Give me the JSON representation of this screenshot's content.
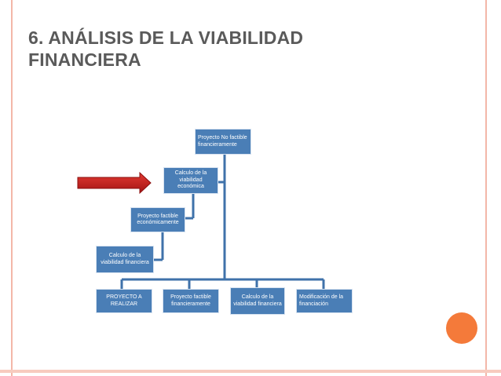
{
  "slide": {
    "title_line1": "6. ANÁLISIS DE LA VIABILIDAD",
    "title_line2": "FINANCIERA"
  },
  "diagram": {
    "nodes": {
      "root": "Proyecto No factible financieramente",
      "calc_viab_economica": "Calculo de la viabilidad económica",
      "proyecto_factible_econ": "Proyecto factible económicamente",
      "calc_viab_financiera_left": "Calculo de la viabilidad financiera",
      "proyecto_a_realizar": "PROYECTO A REALIZAR",
      "proyecto_factible_fin": "Proyecto factible financieramente",
      "calc_viab_financiera_bottom": "Calculo de la viabilidad financiera",
      "modificacion_financiacion": "Modificación de la financiación"
    }
  },
  "colors": {
    "node_fill": "#4a7eb6",
    "connector": "#3f72aa",
    "arrow": "#cc1f1f",
    "accent_dot": "#f47a3a",
    "frame_border": "#f3b7a8"
  }
}
